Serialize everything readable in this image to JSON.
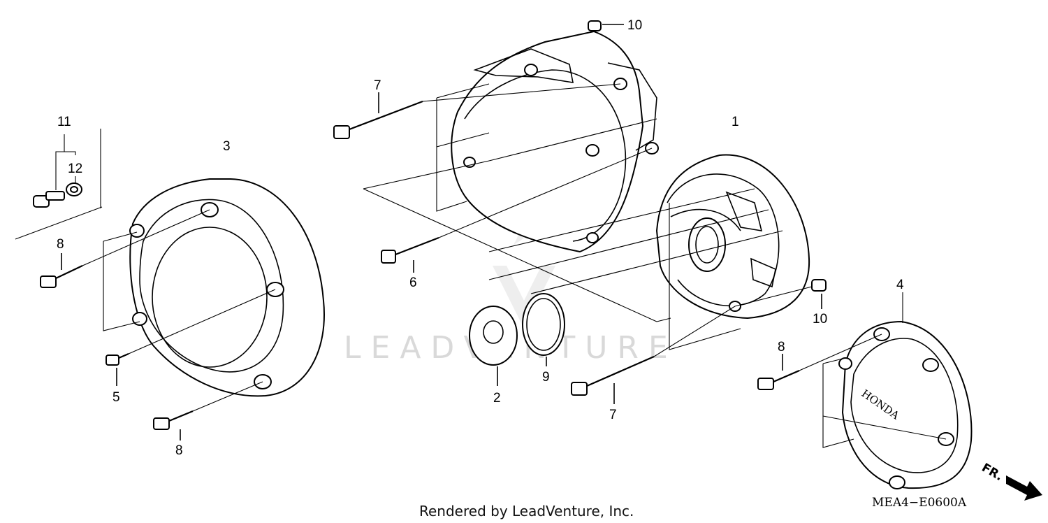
{
  "watermark": "LEADVENTURE",
  "footer": "Rendered by LeadVenture, Inc.",
  "diagram_code": "MEA4−E0600A",
  "front_indicator": "FR.",
  "cover_emblem": "HONDA",
  "callouts": {
    "c1": "1",
    "c2": "2",
    "c3": "3",
    "c4": "4",
    "c5": "5",
    "c6": "6",
    "c7a": "7",
    "c7b": "7",
    "c8a": "8",
    "c8b": "8",
    "c8c": "8",
    "c9": "9",
    "c10a": "10",
    "c10b": "10",
    "c11": "11",
    "c12": "12"
  }
}
